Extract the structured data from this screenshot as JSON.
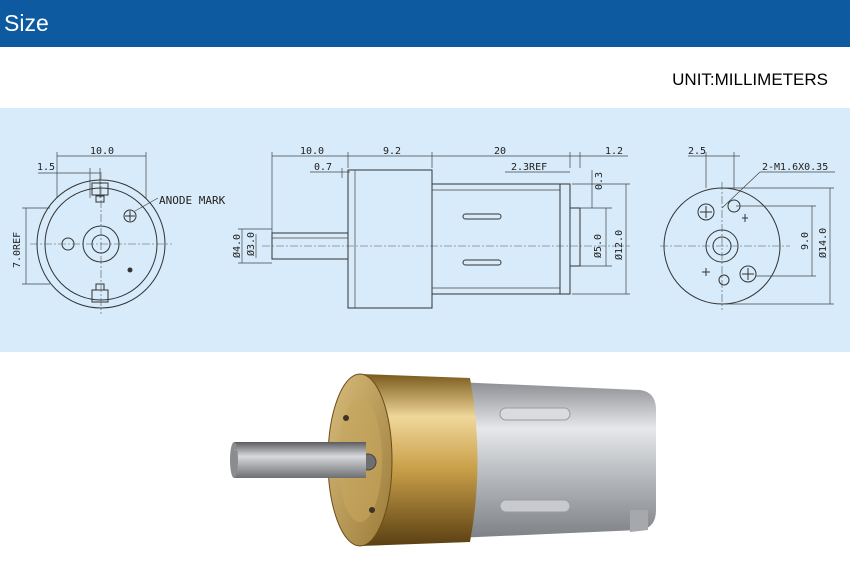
{
  "header": {
    "title": "Size"
  },
  "unit_label": "UNIT:MILLIMETERS",
  "drawing": {
    "left_view": {
      "dim_width": "10.0",
      "dim_offset": "1.5",
      "dim_height": "7.0REF",
      "anode_label": "ANODE MARK"
    },
    "side_view": {
      "dim_shaft_length": "10.0",
      "dim_flat": "0.7",
      "dim_gearbox": "9.2",
      "dim_motor": "20",
      "dim_ref": "2.3REF",
      "dim_end": "1.2",
      "dim_terminal": "0.3",
      "dim_shaft_dia": "Ø4.0",
      "dim_flat_dia": "Ø3.0",
      "dim_boss_dia": "Ø5.0",
      "dim_body_dia": "Ø12.0"
    },
    "right_view": {
      "dim_offset": "2.5",
      "dim_screws": "2-M1.6X0.35",
      "dim_screw_spacing": "9.0",
      "dim_outer_dia": "Ø14.0"
    }
  }
}
